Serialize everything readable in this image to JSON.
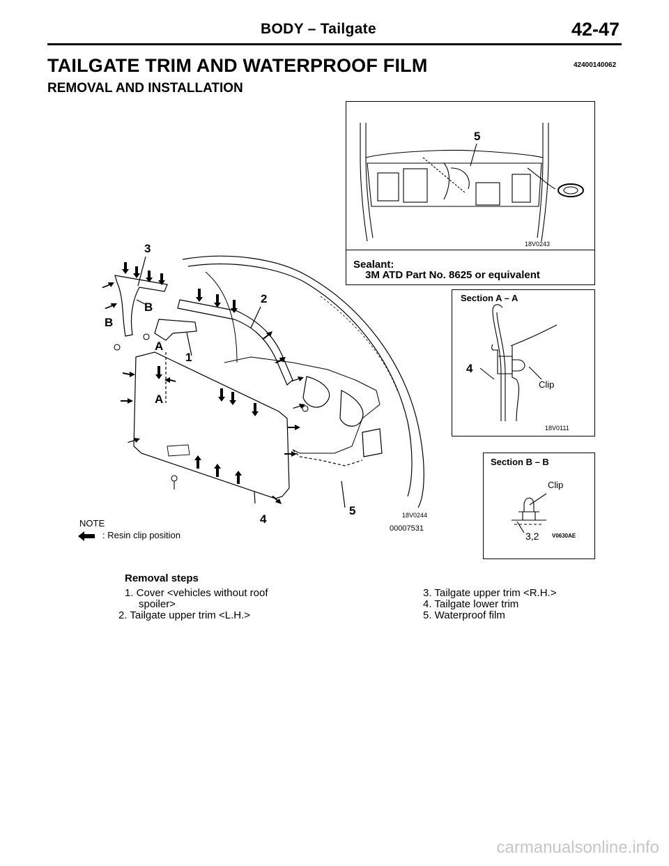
{
  "header": {
    "title": "BODY – Tailgate",
    "page_number": "42-47"
  },
  "document": {
    "title": "TAILGATE TRIM AND WATERPROOF FILM",
    "code": "42400140062",
    "subtitle": "REMOVAL AND INSTALLATION"
  },
  "main_figure": {
    "callouts": {
      "n1": "1",
      "n2": "2",
      "n3": "3",
      "n4": "4",
      "n5": "5",
      "a_top": "A",
      "a_bottom": "A",
      "b_left": "B",
      "b_right": "B"
    },
    "figure_code": "18V0244",
    "image_number": "00007531",
    "note_label": "NOTE",
    "note_text": ": Resin clip position"
  },
  "sealant_panel": {
    "callout": "5",
    "figure_code": "18V0243",
    "sealant_label": "Sealant:",
    "sealant_text": "3M ATD Part No. 8625 or equivalent"
  },
  "section_aa": {
    "title": "Section A – A",
    "callout": "4",
    "clip_label": "Clip",
    "figure_code": "18V0111"
  },
  "section_bb": {
    "title": "Section B – B",
    "clip_label": "Clip",
    "callout": "3,2",
    "figure_code": "V0630AE"
  },
  "removal_steps": {
    "heading": "Removal steps",
    "steps": [
      {
        "line1": "1. Cover <vehicles without roof",
        "line2": "spoiler>"
      },
      {
        "line1": "2. Tailgate upper trim <L.H.>"
      },
      {
        "line1": "3. Tailgate upper trim <R.H.>"
      },
      {
        "line1": "4. Tailgate lower trim"
      },
      {
        "line1": "5. Waterproof film"
      }
    ]
  },
  "watermark": "carmanualsonline.info"
}
